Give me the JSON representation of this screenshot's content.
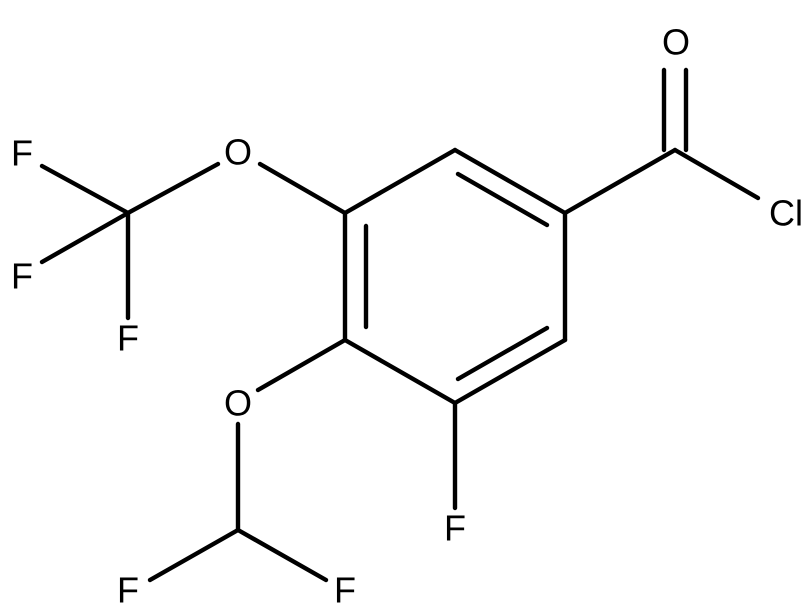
{
  "atoms": {
    "o_carbonyl": "O",
    "cl": "Cl",
    "o_trifluoromethoxy": "O",
    "f_cf3_top": "F",
    "f_cf3_left": "F",
    "f_cf3_bottom": "F",
    "o_difluoromethoxy": "O",
    "f_ring": "F",
    "f_chf2_left": "F",
    "f_chf2_right": "F"
  },
  "colors": {
    "ink": "#000000",
    "background": "#ffffff"
  }
}
